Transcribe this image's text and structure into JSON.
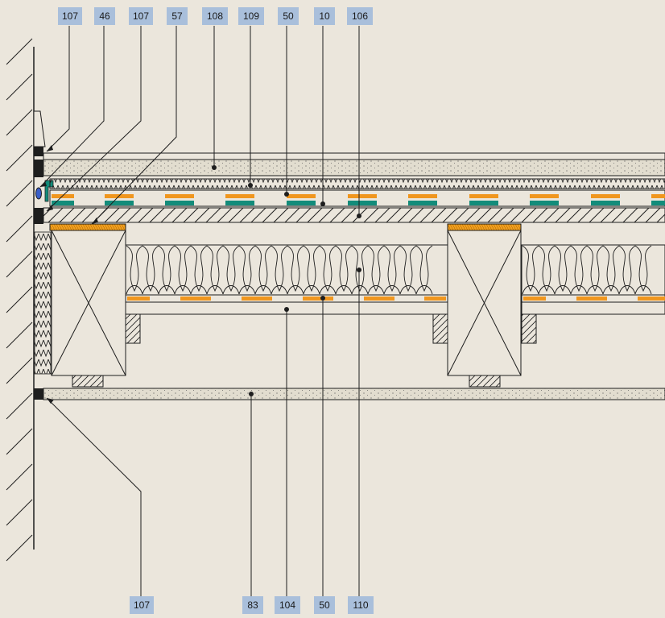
{
  "colors": {
    "background": "#ebe6dc",
    "label_tag": "#a9bfdb",
    "orange_layer": "#f0961e",
    "green_layer": "#138c7a",
    "screed_fill": "#e2ddcf",
    "seal_blue": "#3a5fc8",
    "line": "#1e1e1e"
  },
  "labels_top": [
    "107",
    "46",
    "107",
    "57",
    "108",
    "109",
    "50",
    "10",
    "106"
  ],
  "labels_bottom": [
    "107",
    "83",
    "104",
    "50",
    "110"
  ]
}
